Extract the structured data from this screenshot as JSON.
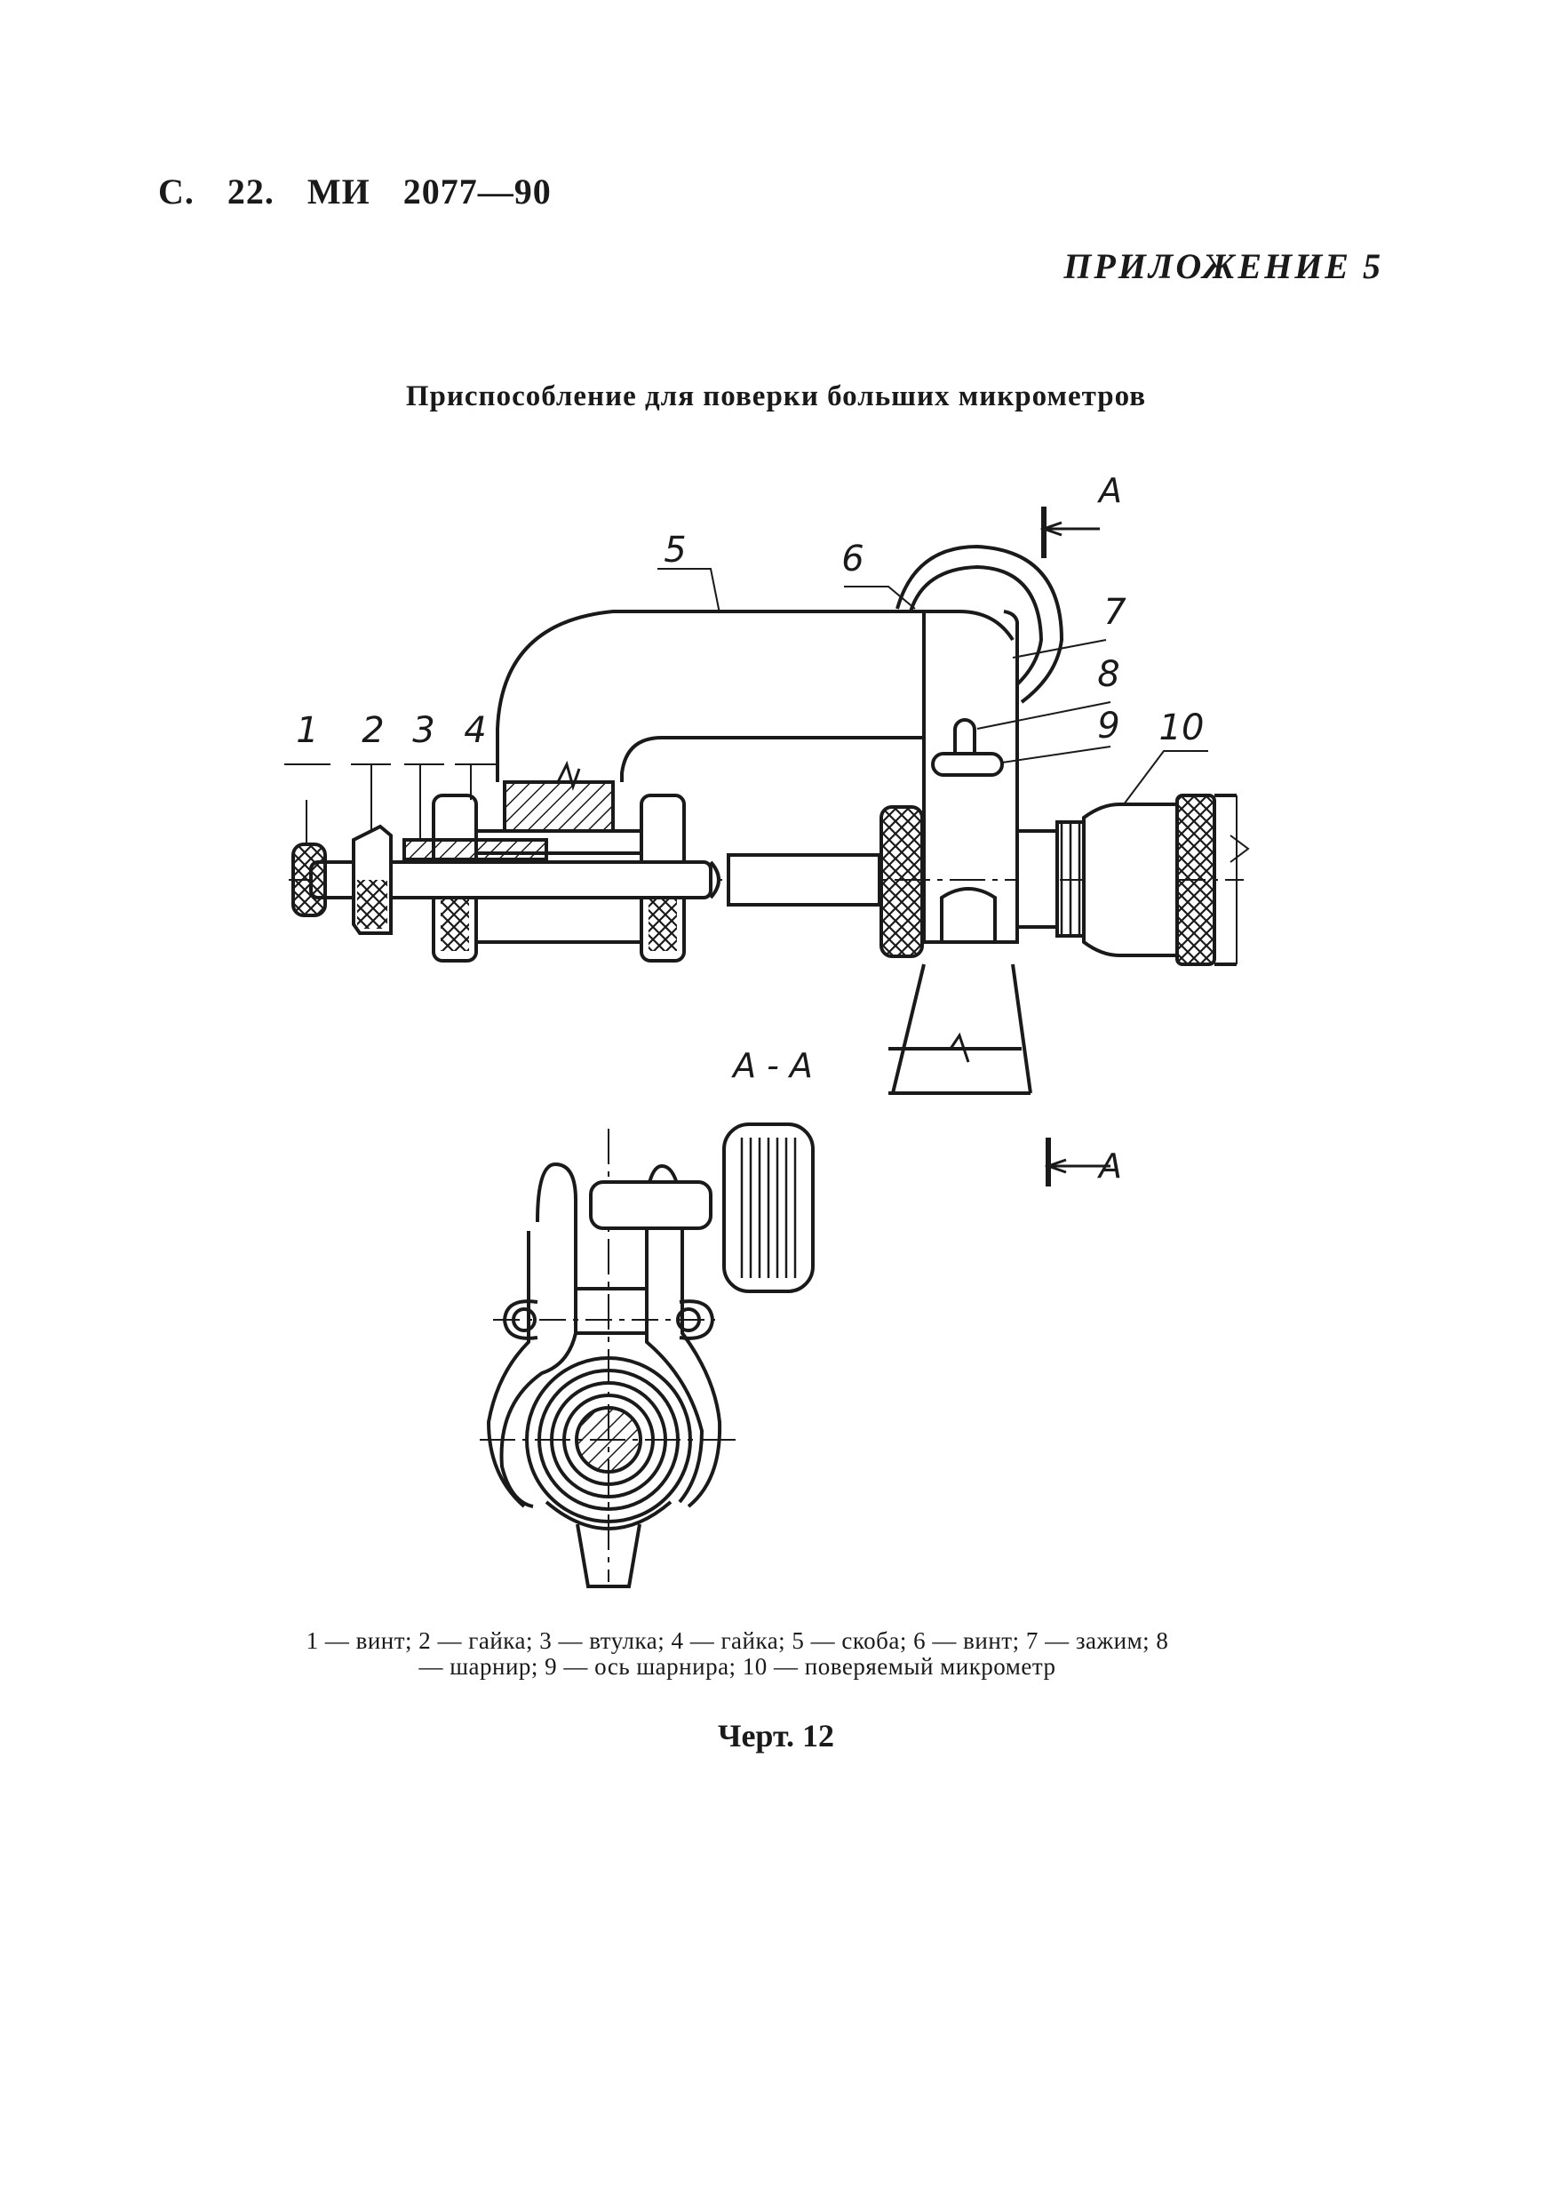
{
  "header": {
    "page_ref": "С.  22.  МИ  2077—90",
    "appendix": "ПРИЛОЖЕНИЕ 5"
  },
  "title": "Приспособление для поверки больших микрометров",
  "drawing": {
    "part_labels": [
      "1",
      "2",
      "3",
      "4",
      "5",
      "6",
      "7",
      "8",
      "9",
      "10"
    ],
    "section_mark": "А",
    "section_view_label": "А - А"
  },
  "caption": "1 — винт; 2 — гайка; 3 — втулка; 4 — гайка; 5 — скоба; 6 — винт; 7 — зажим; 8 — шарнир; 9 — ось шарнира; 10 — поверяемый микрометр",
  "figure_number": "Черт. 12"
}
